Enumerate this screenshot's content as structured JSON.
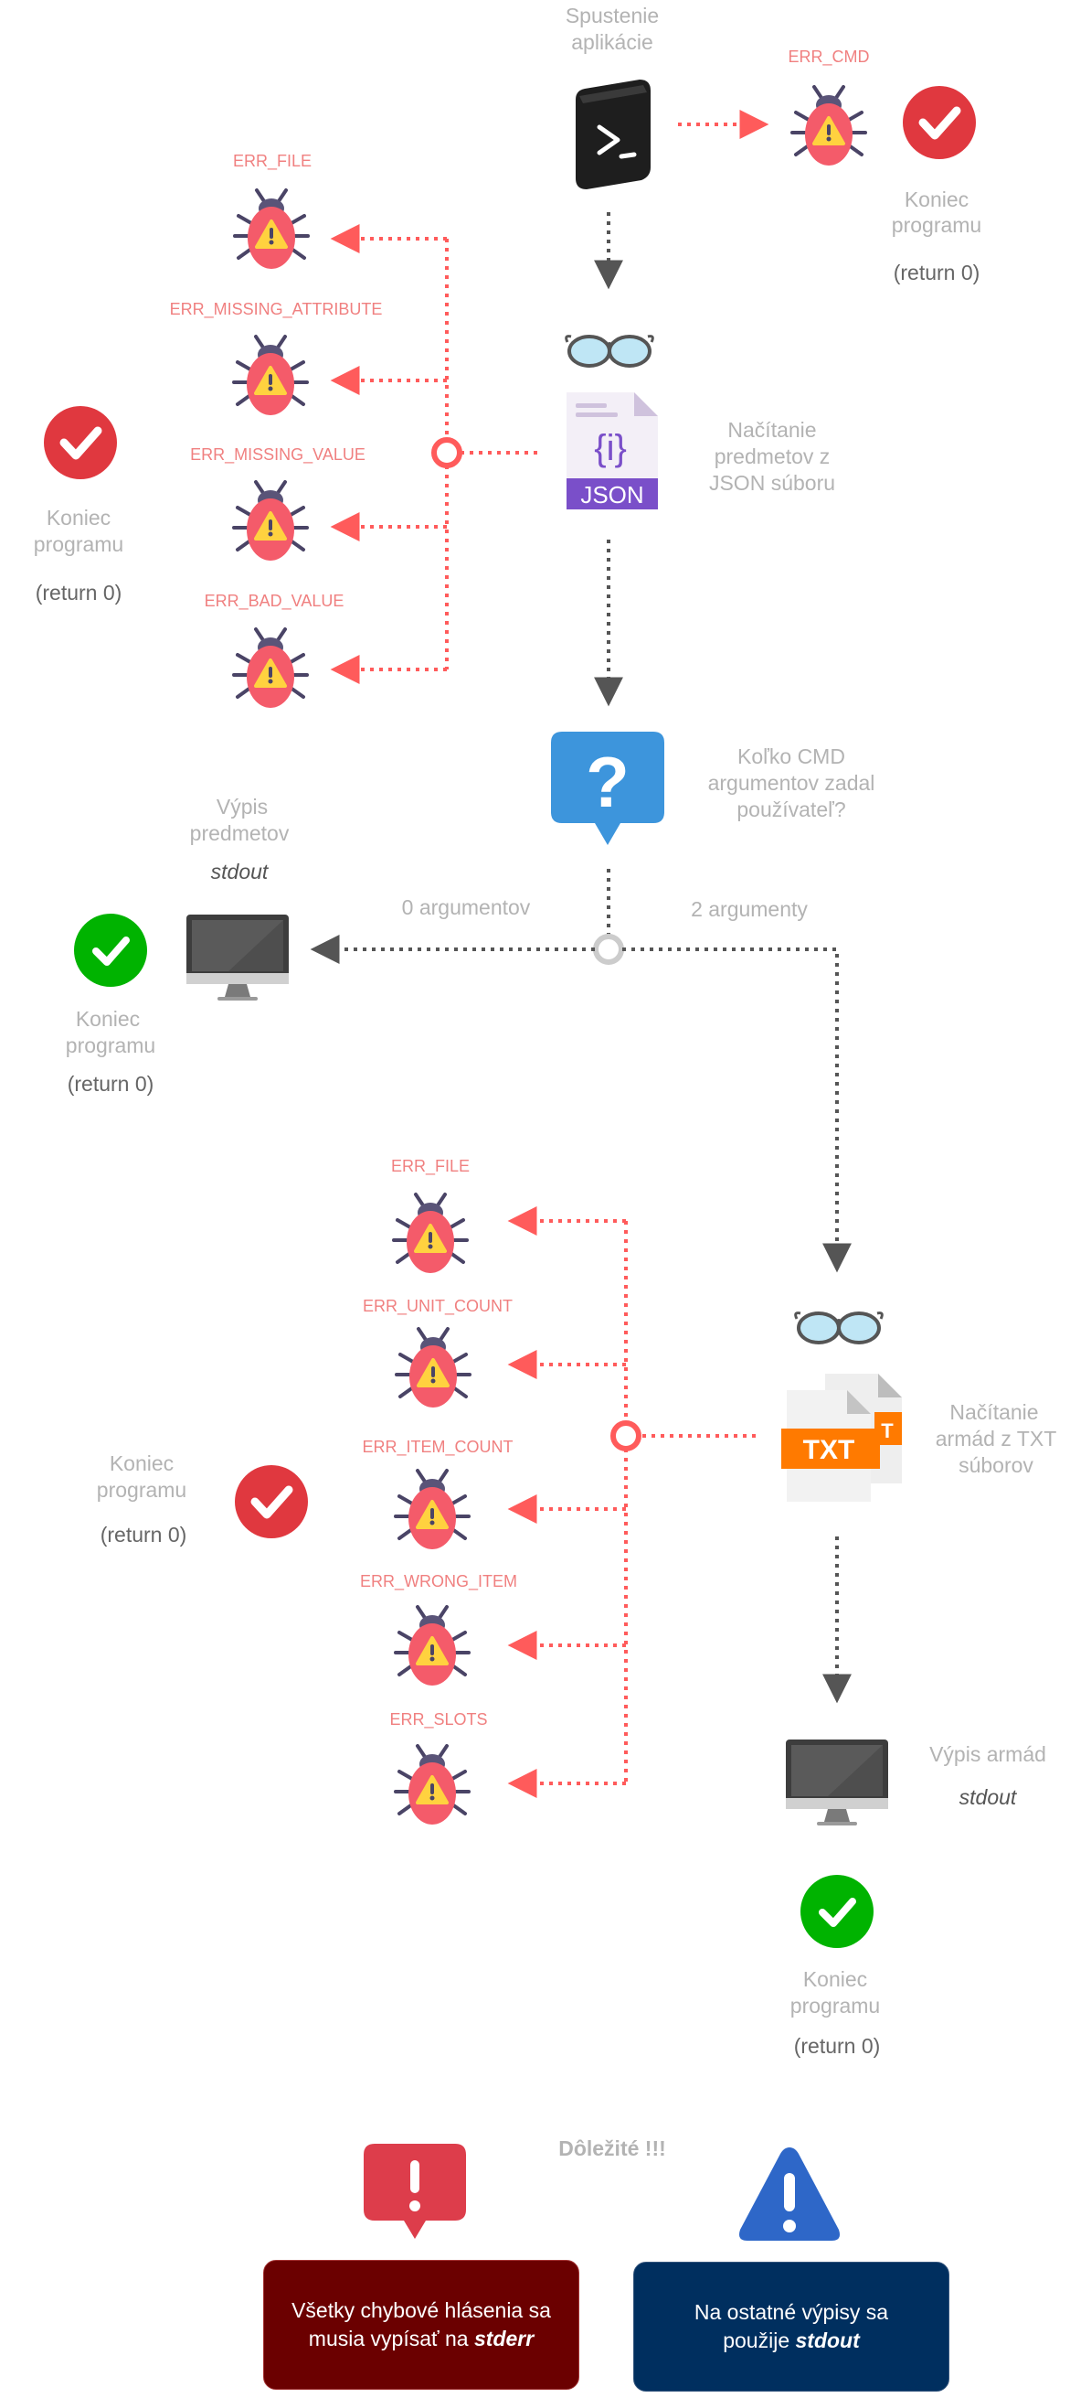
{
  "start": {
    "line1": "Spustenie",
    "line2": "aplikácie"
  },
  "err_cmd": "ERR_CMD",
  "end_label": {
    "line1": "Koniec",
    "line2": "programu",
    "ret": "(return 0)"
  },
  "json_errors": [
    "ERR_FILE",
    "ERR_MISSING_ATTRIBUTE",
    "ERR_MISSING_VALUE",
    "ERR_BAD_VALUE"
  ],
  "json_load": {
    "line1": "Načítanie",
    "line2": "predmetov z",
    "line3": "JSON súboru",
    "icon_label": "JSON"
  },
  "question": {
    "line1": "Koľko CMD",
    "line2": "argumentov zadal",
    "line3": "používateľ?"
  },
  "items_output": {
    "line1": "Výpis",
    "line2": "predmetov",
    "stream": "stdout"
  },
  "branch": {
    "zero": "0 argumentov",
    "two": "2 argumenty"
  },
  "txt_errors": [
    "ERR_FILE",
    "ERR_UNIT_COUNT",
    "ERR_ITEM_COUNT",
    "ERR_WRONG_ITEM",
    "ERR_SLOTS"
  ],
  "txt_load": {
    "line1": "Načítanie",
    "line2": "armád z TXT",
    "line3": "súborov",
    "icon_label": "TXT"
  },
  "army_output": {
    "line1": "Výpis armád",
    "stream": "stdout"
  },
  "important": "Dôležité !!!",
  "stderr_note": {
    "text": "Všetky chybové hlásenia sa musia vypísať na",
    "stream": "stderr"
  },
  "stdout_note": {
    "text": "Na ostatné výpisy sa použije",
    "stream": "stdout"
  },
  "colors": {
    "error_red": "#ff5b5b",
    "ok_green": "#00b300",
    "fail_red": "#e0383f",
    "dark_red_box": "#6b0000",
    "navy_box": "#002f5f",
    "arrow_gray": "#555555"
  }
}
